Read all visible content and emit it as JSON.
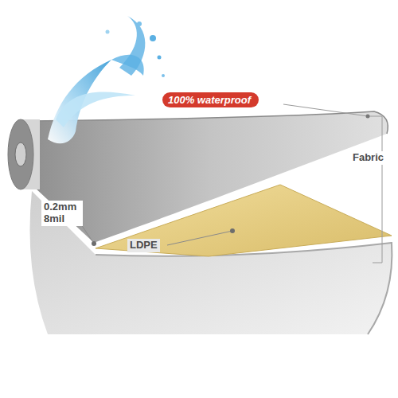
{
  "diagram": {
    "nodes": [
      {
        "text": [
          "100% waterproof"
        ]
      }
    ],
    "labels": [
      "Fabric",
      "0.2mm 8mil",
      "LDPE"
    ]
  }
}
